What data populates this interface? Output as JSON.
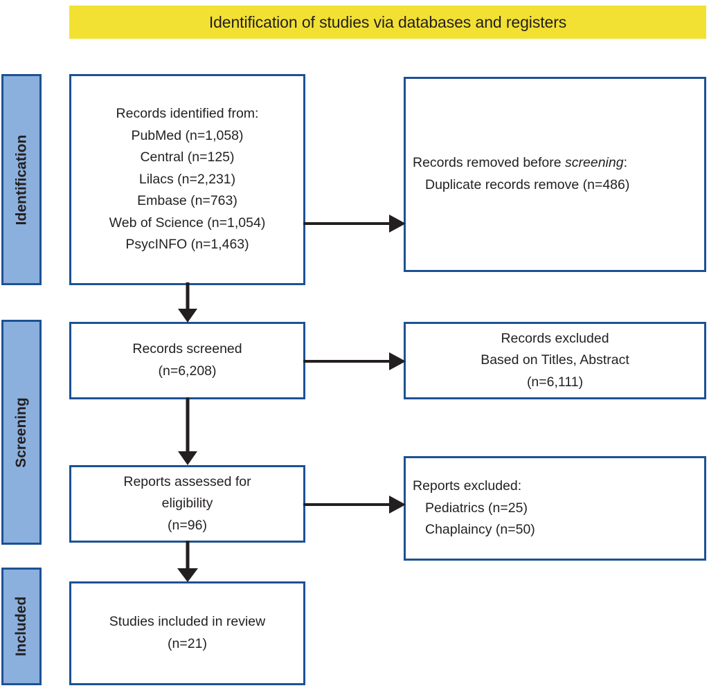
{
  "banner": {
    "title": "Identification of studies via databases and registers",
    "background_color": "#F2E133"
  },
  "colors": {
    "stage_fill": "#8BB0DE",
    "box_border": "#1D5193",
    "arrow": "#231f20",
    "text": "#231f20"
  },
  "stages": [
    {
      "id": "identification",
      "label": "Identification"
    },
    {
      "id": "screening",
      "label": "Screening"
    },
    {
      "id": "included",
      "label": "Included"
    }
  ],
  "boxes": {
    "identified": {
      "heading": "Records identified from:",
      "sources": [
        {
          "name": "PubMed",
          "n": "1,058",
          "line": "PubMed (n=1,058)"
        },
        {
          "name": "Central",
          "n": "125",
          "line": "Central (n=125)"
        },
        {
          "name": "Lilacs",
          "n": "2,231",
          "line": "Lilacs (n=2,231)"
        },
        {
          "name": "Embase",
          "n": "763",
          "line": "Embase (n=763)"
        },
        {
          "name": "Web of Science",
          "n": "1,054",
          "line": "Web of Science (n=1,054)"
        },
        {
          "name": "PsycINFO",
          "n": "1,463",
          "line": "PsycINFO (n=1,463)"
        }
      ]
    },
    "removed": {
      "heading_prefix": "Records removed before ",
      "heading_italic": "screening",
      "heading_suffix": ":",
      "detail": "Duplicate records remove (n=486)",
      "n": "486"
    },
    "screened": {
      "label": "Records screened",
      "count_line": "(n=6,208)",
      "n": "6,208"
    },
    "records_excluded": {
      "line1": "Records excluded",
      "line2": "Based on Titles, Abstract",
      "count_line": "(n=6,111)",
      "n": "6,111"
    },
    "eligibility": {
      "line1": "Reports assessed for",
      "line2": "eligibility",
      "count_line": "(n=96)",
      "n": "96"
    },
    "reports_excluded": {
      "heading": "Reports excluded:",
      "reasons": [
        {
          "name": "Pediatrics",
          "n": "25",
          "line": "Pediatrics (n=25)"
        },
        {
          "name": "Chaplaincy",
          "n": "50",
          "line": "Chaplaincy (n=50)"
        }
      ]
    },
    "included": {
      "label": "Studies included in review",
      "count_line": "(n=21)",
      "n": "21"
    }
  },
  "arrows": [
    {
      "id": "identified-to-removed",
      "direction": "right"
    },
    {
      "id": "identified-to-screened",
      "direction": "down"
    },
    {
      "id": "screened-to-records-excluded",
      "direction": "right"
    },
    {
      "id": "screened-to-eligibility",
      "direction": "down"
    },
    {
      "id": "eligibility-to-reports-excluded",
      "direction": "right"
    },
    {
      "id": "eligibility-to-included",
      "direction": "down"
    }
  ]
}
